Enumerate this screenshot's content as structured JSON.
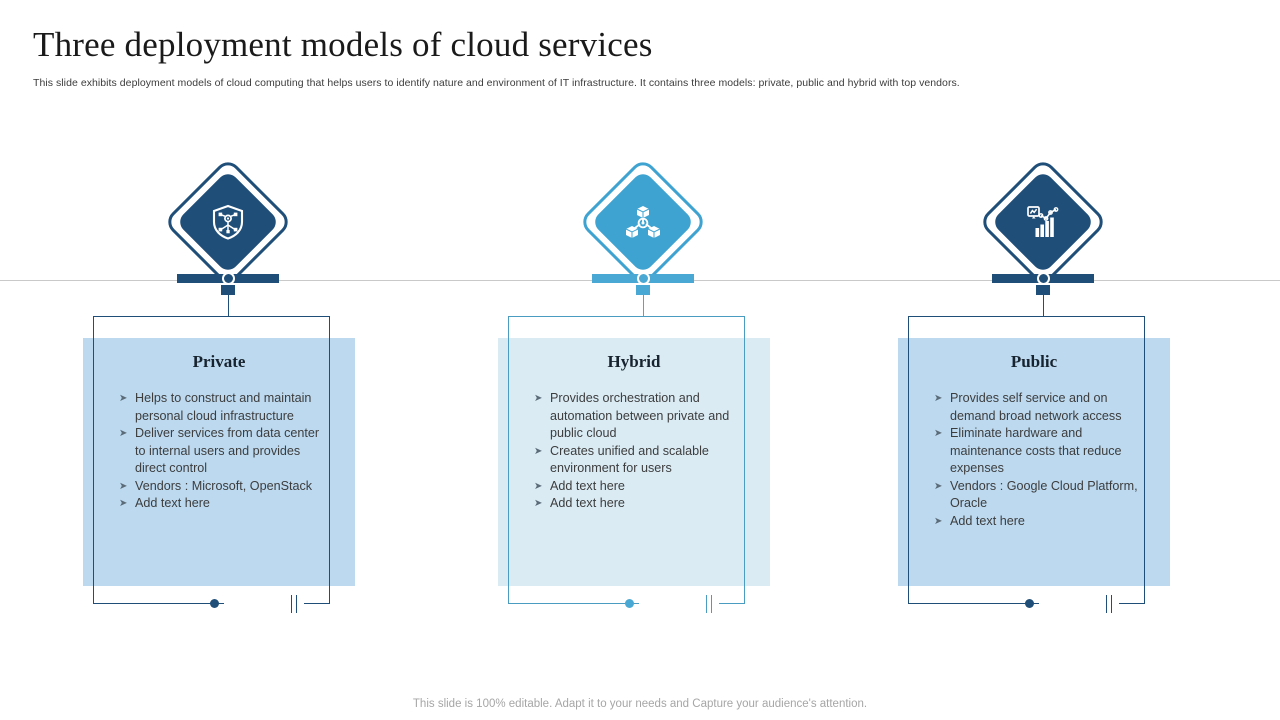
{
  "header": {
    "title": "Three deployment models of cloud services",
    "subtitle": "This slide exhibits deployment models of cloud computing that helps users to identify nature and environment of IT infrastructure. It contains three models: private, public and hybrid with top vendors."
  },
  "colors": {
    "dark_blue": "#1f4e79",
    "light_blue": "#3fa3d1",
    "card_fill_dark": "#bcd9ef",
    "card_fill_light": "#daebf4",
    "rule_gray": "#c9c9c9",
    "footer_gray": "#a6a6a6"
  },
  "bullet_marker": "➤",
  "columns": [
    {
      "id": "private",
      "title": "Private",
      "icon": "shield-network-icon",
      "variant": "dark",
      "bullets": [
        "Helps to construct and maintain personal cloud infrastructure",
        "Deliver services from data center to internal users and provides direct control",
        "Vendors : Microsoft, OpenStack",
        "Add text here"
      ]
    },
    {
      "id": "hybrid",
      "title": "Hybrid",
      "icon": "connected-cubes-icon",
      "variant": "light",
      "bullets": [
        "Provides orchestration and automation between private and public cloud",
        "Creates unified and scalable environment for users",
        "Add text here",
        "Add text here"
      ]
    },
    {
      "id": "public",
      "title": "Public",
      "icon": "bar-chart-analytics-icon",
      "variant": "dark",
      "bullets": [
        "Provides self service and on demand broad network access",
        "Eliminate hardware and maintenance costs that reduce expenses",
        "Vendors : Google Cloud Platform, Oracle",
        "Add text here"
      ]
    }
  ],
  "footer": {
    "note": "This slide is 100% editable. Adapt it to your needs and Capture your audience's attention."
  }
}
